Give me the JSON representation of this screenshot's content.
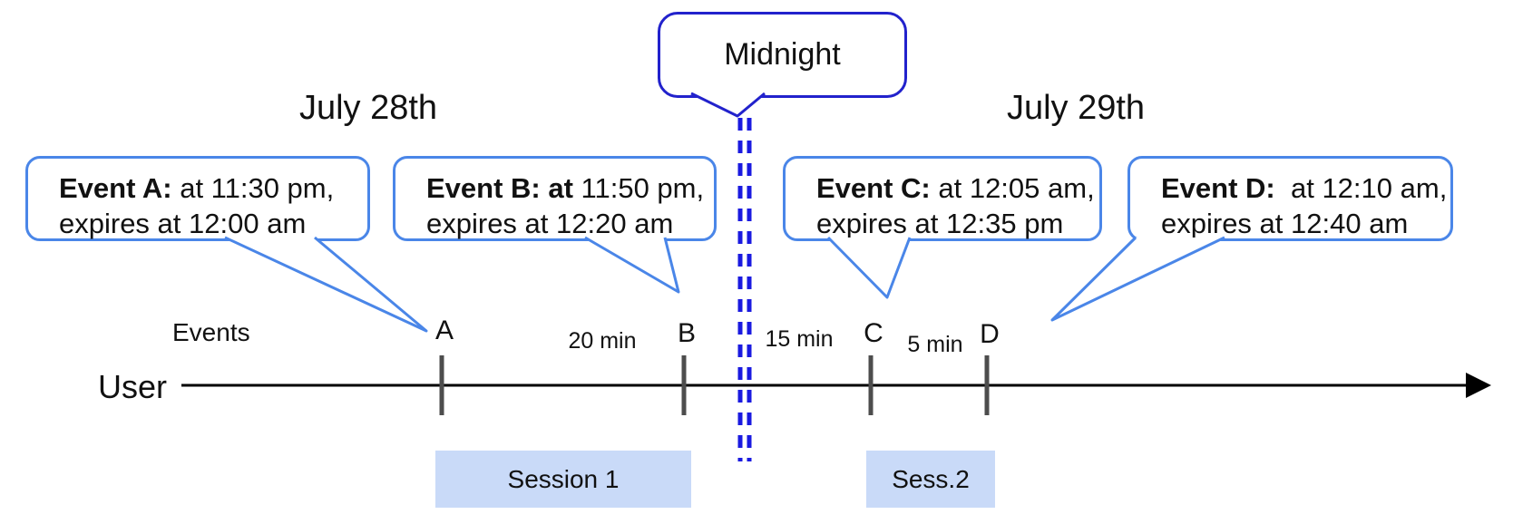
{
  "diagram": {
    "midnight_label": "Midnight",
    "dates": {
      "left": "July 28th",
      "right": "July 29th"
    },
    "events_axis_label": "Events",
    "user_label": "User",
    "callouts": [
      {
        "id": "A",
        "bold": "Event A:",
        "line1_rest": " at 11:30 pm,",
        "line2": "expires at 12:00 am"
      },
      {
        "id": "B",
        "bold": "Event B: at",
        "line1_rest": " 11:50 pm,",
        "line2": "expires at 12:20 am"
      },
      {
        "id": "C",
        "bold": "Event C:",
        "line1_rest": " at 12:05 am,",
        "line2": "expires at 12:35 pm"
      },
      {
        "id": "D",
        "bold": "Event D:",
        "line1_rest": "  at 12:10 am,",
        "line2": "expires at 12:40 am"
      }
    ],
    "ticks": [
      {
        "label": "A"
      },
      {
        "label": "B"
      },
      {
        "label": "C"
      },
      {
        "label": "D"
      }
    ],
    "intervals": [
      {
        "label": "20 min"
      },
      {
        "label": "15 min"
      },
      {
        "label": "5 min"
      }
    ],
    "sessions": [
      {
        "label": "Session 1"
      },
      {
        "label": "Sess.2"
      }
    ],
    "colors": {
      "callout_border": "#4a86e8",
      "midnight_border": "#2222cc",
      "dashed_line": "#1a1ae0",
      "tick": "#4d4d4d",
      "timeline": "#000000",
      "session_fill": "#c9daf8"
    }
  }
}
